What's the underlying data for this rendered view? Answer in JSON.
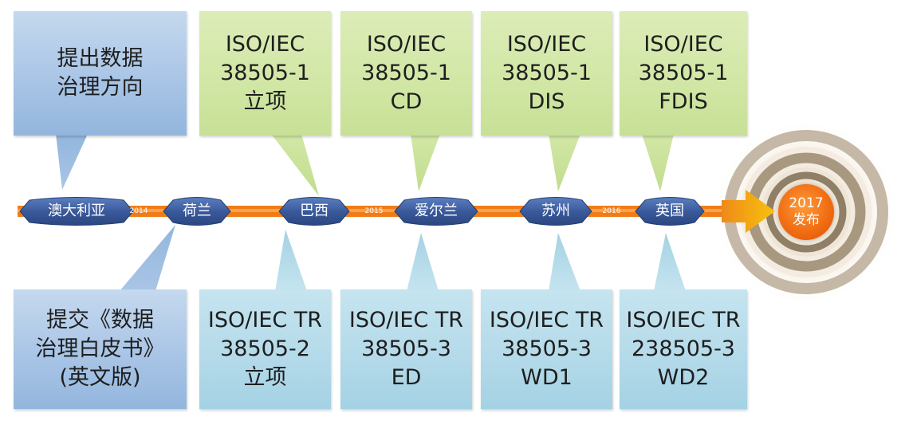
{
  "top_left_note": {
    "lines": [
      "提出数据",
      "治理方向"
    ]
  },
  "bottom_left_note": {
    "lines": [
      "提交《数据",
      "治理白皮书》",
      "(英文版)"
    ]
  },
  "top_cards": [
    {
      "lines": [
        "ISO/IEC",
        "38505-1",
        "立项"
      ]
    },
    {
      "lines": [
        "ISO/IEC",
        "38505-1",
        "CD"
      ]
    },
    {
      "lines": [
        "ISO/IEC",
        "38505-1",
        "DIS"
      ]
    },
    {
      "lines": [
        "ISO/IEC",
        "38505-1",
        "FDIS"
      ]
    }
  ],
  "bottom_cards": [
    {
      "lines": [
        "ISO/IEC TR",
        "38505-2",
        "立项"
      ]
    },
    {
      "lines": [
        "ISO/IEC TR",
        "38505-3",
        "ED"
      ]
    },
    {
      "lines": [
        "ISO/IEC TR",
        "38505-3",
        "WD1"
      ]
    },
    {
      "lines": [
        "ISO/IEC TR",
        "238505-3",
        "WD2"
      ]
    }
  ],
  "timeline": {
    "locations": [
      "澳大利亚",
      "荷兰",
      "巴西",
      "爱尔兰",
      "苏州",
      "英国"
    ],
    "years": [
      "2014",
      "2015",
      "2016"
    ],
    "colors": {
      "line": "#f07c18",
      "node": "#3b5b9c",
      "arrow": "#f5b40a"
    }
  },
  "publish": {
    "year": "2017",
    "label": "发布"
  }
}
